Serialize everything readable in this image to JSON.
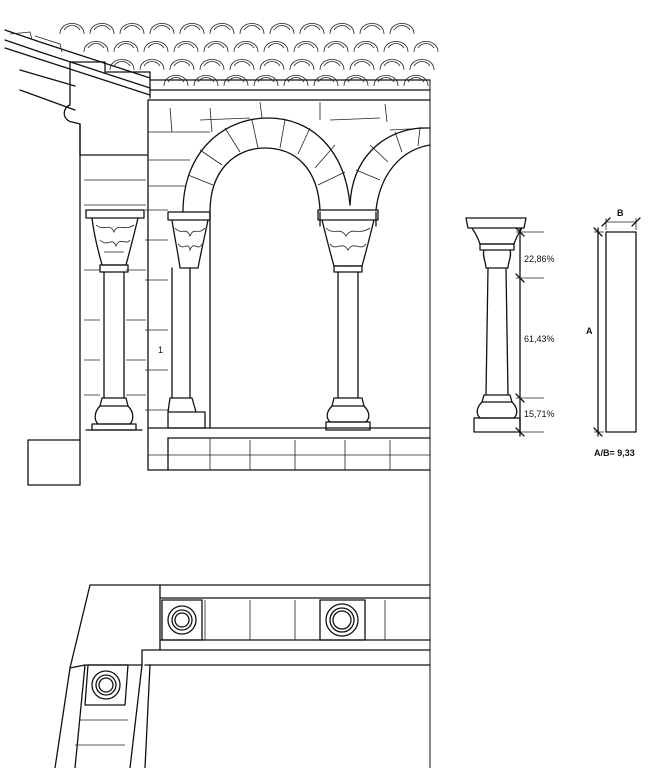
{
  "proportions": {
    "upper_pct": "22,86%",
    "middle_pct": "61,43%",
    "lower_pct": "15,71%"
  },
  "dimensions": {
    "label_a": "A",
    "label_b": "B",
    "ratio": "A/B= 9,33"
  },
  "annotations": {
    "small_mark": "1"
  }
}
